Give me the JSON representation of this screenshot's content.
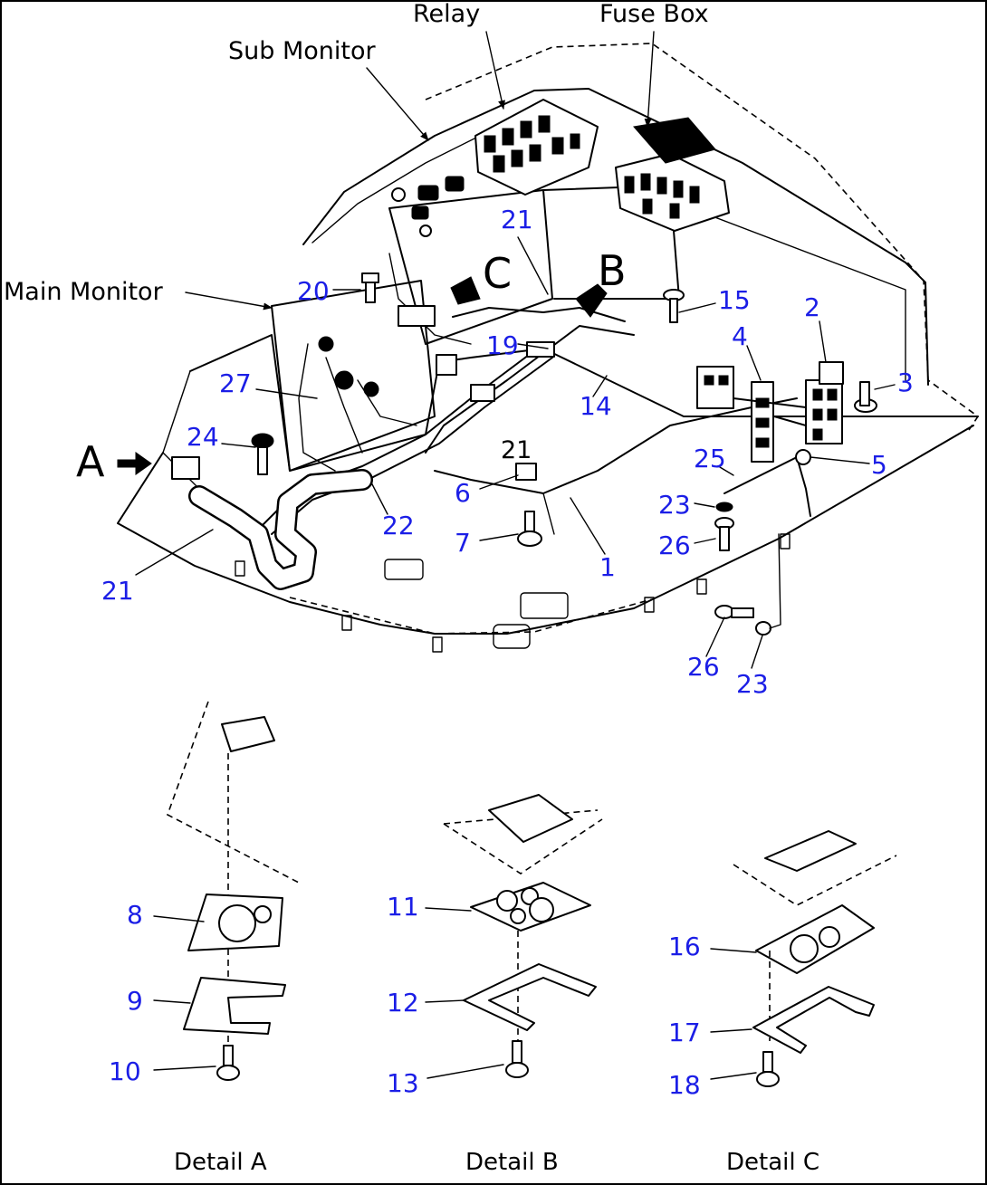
{
  "component_labels": {
    "relay": "Relay",
    "fuse_box": "Fuse Box",
    "sub_monitor": "Sub Monitor",
    "main_monitor": "Main Monitor"
  },
  "view_arrows": {
    "a": "A",
    "b": "B",
    "c": "C"
  },
  "part_numbers": {
    "p1": "1",
    "p2": "2",
    "p3": "3",
    "p4": "4",
    "p5": "5",
    "p6": "6",
    "p7": "7",
    "p8": "8",
    "p9": "9",
    "p10": "10",
    "p11": "11",
    "p12": "12",
    "p13": "13",
    "p14": "14",
    "p15": "15",
    "p16": "16",
    "p17": "17",
    "p18": "18",
    "p19": "19",
    "p20": "20",
    "p21_top": "21",
    "p21_mid": "21",
    "p21_left": "21",
    "p22": "22",
    "p23_a": "23",
    "p23_b": "23",
    "p24": "24",
    "p25": "25",
    "p26_a": "26",
    "p26_b": "26",
    "p27": "27"
  },
  "detail_labels": {
    "detail_a": "Detail A",
    "detail_b": "Detail B",
    "detail_c": "Detail C"
  },
  "colors": {
    "callout_number": "#1b1ee6",
    "line_art": "#000000",
    "background": "#ffffff"
  }
}
